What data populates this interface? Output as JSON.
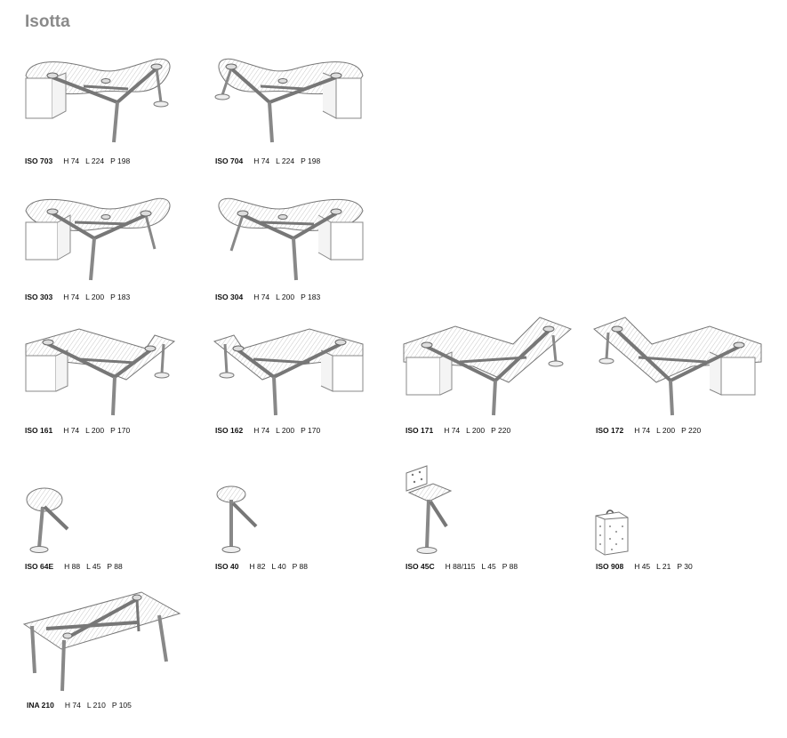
{
  "title": "Isotta",
  "products": [
    {
      "code": "ISO 703",
      "h": "H 74",
      "l": "L 224",
      "p": "P 198"
    },
    {
      "code": "ISO 704",
      "h": "H 74",
      "l": "L 224",
      "p": "P 198"
    },
    {
      "code": "ISO 303",
      "h": "H 74",
      "l": "L 200",
      "p": "P 183"
    },
    {
      "code": "ISO 304",
      "h": "H 74",
      "l": "L 200",
      "p": "P 183"
    },
    {
      "code": "ISO 161",
      "h": "H 74",
      "l": "L 200",
      "p": "P 170"
    },
    {
      "code": "ISO 162",
      "h": "H 74",
      "l": "L 200",
      "p": "P 170"
    },
    {
      "code": "ISO 171",
      "h": "H 74",
      "l": "L 200",
      "p": "P 220"
    },
    {
      "code": "ISO 172",
      "h": "H 74",
      "l": "L 200",
      "p": "P 220"
    },
    {
      "code": "ISO 64E",
      "h": "H 88",
      "l": "L 45",
      "p": "P 88"
    },
    {
      "code": "ISO 40",
      "h": "H 82",
      "l": "L 40",
      "p": "P 88"
    },
    {
      "code": "ISO 45C",
      "h": "H 88/115",
      "l": "L 45",
      "p": "P 88"
    },
    {
      "code": "ISO 908",
      "h": "H 45",
      "l": "L 21",
      "p": "P 30"
    },
    {
      "code": "INA 210",
      "h": "H 74",
      "l": "L 210",
      "p": "P 105"
    }
  ]
}
